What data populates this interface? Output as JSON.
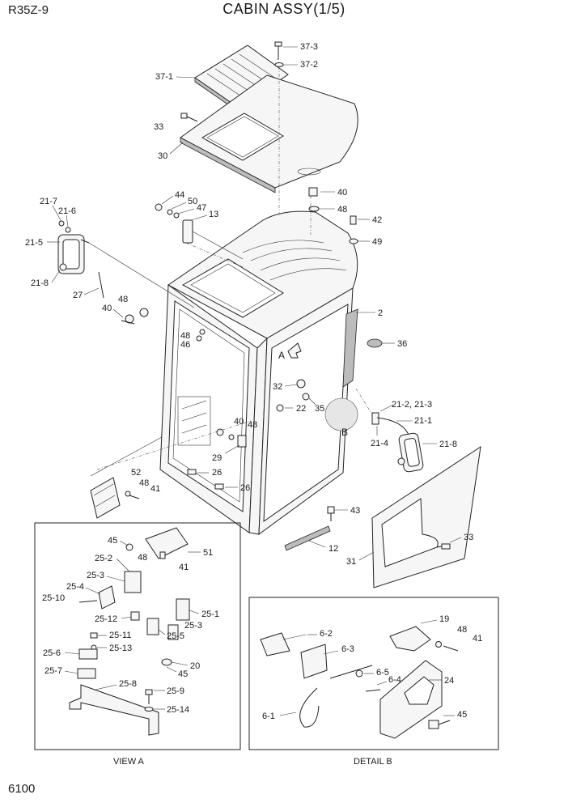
{
  "header": {
    "model": "R35Z-9",
    "title": "CABIN ASSY(1/5)"
  },
  "footer": {
    "page_number": "6100"
  },
  "views": {
    "view_a": "VIEW A",
    "detail_b": "DETAIL B",
    "marker_a": "A",
    "marker_b": "B"
  },
  "callouts": {
    "c37_3": "37-3",
    "c37_2": "37-2",
    "c37_1": "37-1",
    "c33a": "33",
    "c30": "30",
    "c40a": "40",
    "c48a": "48",
    "c42": "42",
    "c49": "49",
    "c44": "44",
    "c50": "50",
    "c47": "47",
    "c13": "13",
    "c21_7": "21-7",
    "c21_6": "21-6",
    "c21_5": "21-5",
    "c21_8a": "21-8",
    "c27": "27",
    "c48b": "48",
    "c40b": "40",
    "c48c": "48",
    "c46": "46",
    "c2": "2",
    "c36": "36",
    "c32": "32",
    "c35": "35",
    "c22": "22",
    "c21_2_3": "21-2, 21-3",
    "c21_1": "21-1",
    "c21_4": "21-4",
    "c21_8b": "21-8",
    "c40c": "40",
    "c48d": "48",
    "c29": "29",
    "c26a": "26",
    "c26b": "26",
    "c52": "52",
    "c48e": "48",
    "c41a": "41",
    "c43": "43",
    "c12": "12",
    "c33b": "33",
    "c31": "31",
    "c45a": "45",
    "c51": "51",
    "c48f": "48",
    "c41b": "41",
    "c25_2": "25-2",
    "c25_3a": "25-3",
    "c25_4": "25-4",
    "c25_10": "25-10",
    "c25_1": "25-1",
    "c25_3b": "25-3",
    "c25_12": "25-12",
    "c25_5": "25-5",
    "c25_11": "25-11",
    "c25_13": "25-13",
    "c25_6": "25-6",
    "c20": "20",
    "c25_7": "25-7",
    "c45b": "45",
    "c25_8": "25-8",
    "c25_9": "25-9",
    "c25_14": "25-14",
    "c6_2": "6-2",
    "c6_3": "6-3",
    "c19": "19",
    "c48g": "48",
    "c41c": "41",
    "c6_5": "6-5",
    "c6_4": "6-4",
    "c24": "24",
    "c45c": "45",
    "c6_1": "6-1"
  }
}
